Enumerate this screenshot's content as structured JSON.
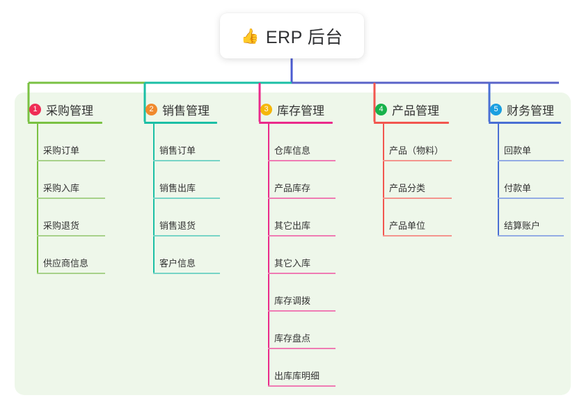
{
  "root": {
    "icon": "thumbs-up-icon",
    "icon_glyph": "👍",
    "title": "ERP 后台"
  },
  "theme": {
    "panel_bg": "#eef7ea",
    "page_bg": "#ffffff",
    "text": "#333333",
    "root_stem": "#4b5bd1"
  },
  "trunk": {
    "segments": [
      {
        "name": "green-segment",
        "color": "#7ac143"
      },
      {
        "name": "teal-segment",
        "color": "#1bbfa5"
      },
      {
        "name": "indigo-segment",
        "color": "#5a63c8"
      }
    ]
  },
  "columns": [
    {
      "number": "1",
      "title": "采购管理",
      "badge_color": "#ef2d56",
      "line_color": "#7ac143",
      "item_line_color": "#a7d18a",
      "drop_color": "#7ac143",
      "items": [
        {
          "label": "采购订单"
        },
        {
          "label": "采购入库"
        },
        {
          "label": "采购退货"
        },
        {
          "label": "供应商信息"
        }
      ]
    },
    {
      "number": "2",
      "title": "销售管理",
      "badge_color": "#f08a2e",
      "line_color": "#1bbfa5",
      "item_line_color": "#77d4c6",
      "drop_color": "#1bbfa5",
      "items": [
        {
          "label": "销售订单"
        },
        {
          "label": "销售出库"
        },
        {
          "label": "销售退货"
        },
        {
          "label": "客户信息"
        }
      ]
    },
    {
      "number": "3",
      "title": "库存管理",
      "badge_color": "#f5b70a",
      "line_color": "#ea2a8b",
      "item_line_color": "#ef7bb3",
      "drop_color": "#ea2a8b",
      "items": [
        {
          "label": "仓库信息"
        },
        {
          "label": "产品库存"
        },
        {
          "label": "其它出库"
        },
        {
          "label": "其它入库"
        },
        {
          "label": "库存调拨"
        },
        {
          "label": "库存盘点"
        },
        {
          "label": "出库库明细"
        }
      ]
    },
    {
      "number": "4",
      "title": "产品管理",
      "badge_color": "#17b24b",
      "line_color": "#f2564f",
      "item_line_color": "#f4948d",
      "drop_color": "#f2564f",
      "items": [
        {
          "label": "产品（物料）"
        },
        {
          "label": "产品分类"
        },
        {
          "label": "产品单位"
        }
      ]
    },
    {
      "number": "5",
      "title": "财务管理",
      "badge_color": "#1a9fe0",
      "line_color": "#4a6fd4",
      "item_line_color": "#93abe4",
      "drop_color": "#4a6fd4",
      "items": [
        {
          "label": "回款单"
        },
        {
          "label": "付款单"
        },
        {
          "label": "结算账户"
        }
      ]
    }
  ]
}
